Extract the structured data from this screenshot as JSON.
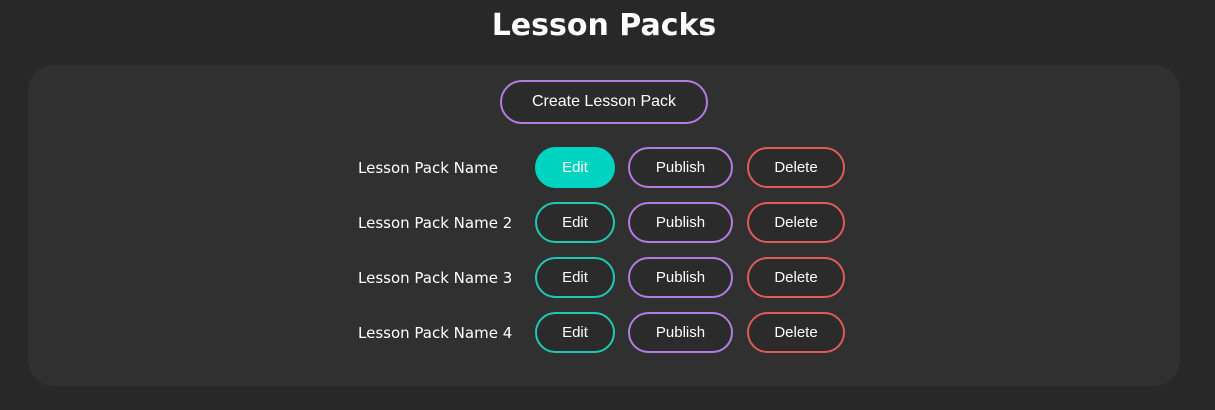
{
  "page": {
    "title": "Lesson Packs"
  },
  "panel": {
    "create_label": "Create Lesson Pack",
    "rows": [
      {
        "name": "Lesson Pack Name",
        "edit_label": "Edit",
        "publish_label": "Publish",
        "delete_label": "Delete",
        "edit_active": true
      },
      {
        "name": "Lesson Pack Name 2",
        "edit_label": "Edit",
        "publish_label": "Publish",
        "delete_label": "Delete",
        "edit_active": false
      },
      {
        "name": "Lesson Pack Name 3",
        "edit_label": "Edit",
        "publish_label": "Publish",
        "delete_label": "Delete",
        "edit_active": false
      },
      {
        "name": "Lesson Pack Name 4",
        "edit_label": "Edit",
        "publish_label": "Publish",
        "delete_label": "Delete",
        "edit_active": false
      }
    ]
  },
  "colors": {
    "background": "#282828",
    "panel": "#303030",
    "edit_accent": "#00d4c0",
    "publish_accent": "#b07ee0",
    "delete_accent": "#e05a5a"
  }
}
